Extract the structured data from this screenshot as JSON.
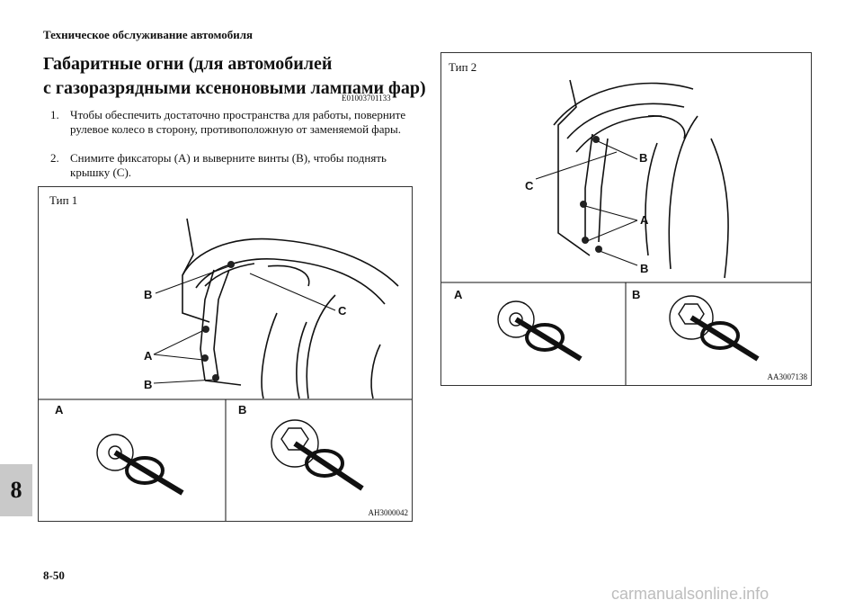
{
  "header": {
    "running_title": "Техническое обслуживание автомобиля"
  },
  "section": {
    "title_line1": "Габаритные огни (для автомобилей",
    "title_line2": "с газоразрядными ксеноновыми лампами фар)",
    "code": "E01003701133"
  },
  "steps": [
    {
      "number": "1.",
      "text": "Чтобы обеспечить достаточно пространства для работы, поверните рулевое колесо в сторону, противоположную от заменяемой фары."
    },
    {
      "number": "2.",
      "text": "Снимите фиксаторы (A) и выверните винты (B), чтобы поднять крышку (C)."
    }
  ],
  "figure1": {
    "label": "Тип 1",
    "callouts": {
      "b_top": "B",
      "c": "C",
      "a": "A",
      "b_bottom": "B"
    },
    "panel_a_label": "A",
    "panel_b_label": "B",
    "code": "AH3000042"
  },
  "figure2": {
    "label": "Тип 2",
    "callouts": {
      "b_top": "B",
      "c": "C",
      "a": "A",
      "b_bottom": "B"
    },
    "panel_a_label": "A",
    "panel_b_label": "B",
    "code": "AA3007138"
  },
  "footer": {
    "chapter": "8",
    "page": "8-50",
    "watermark": "carmanualsonline.info"
  }
}
